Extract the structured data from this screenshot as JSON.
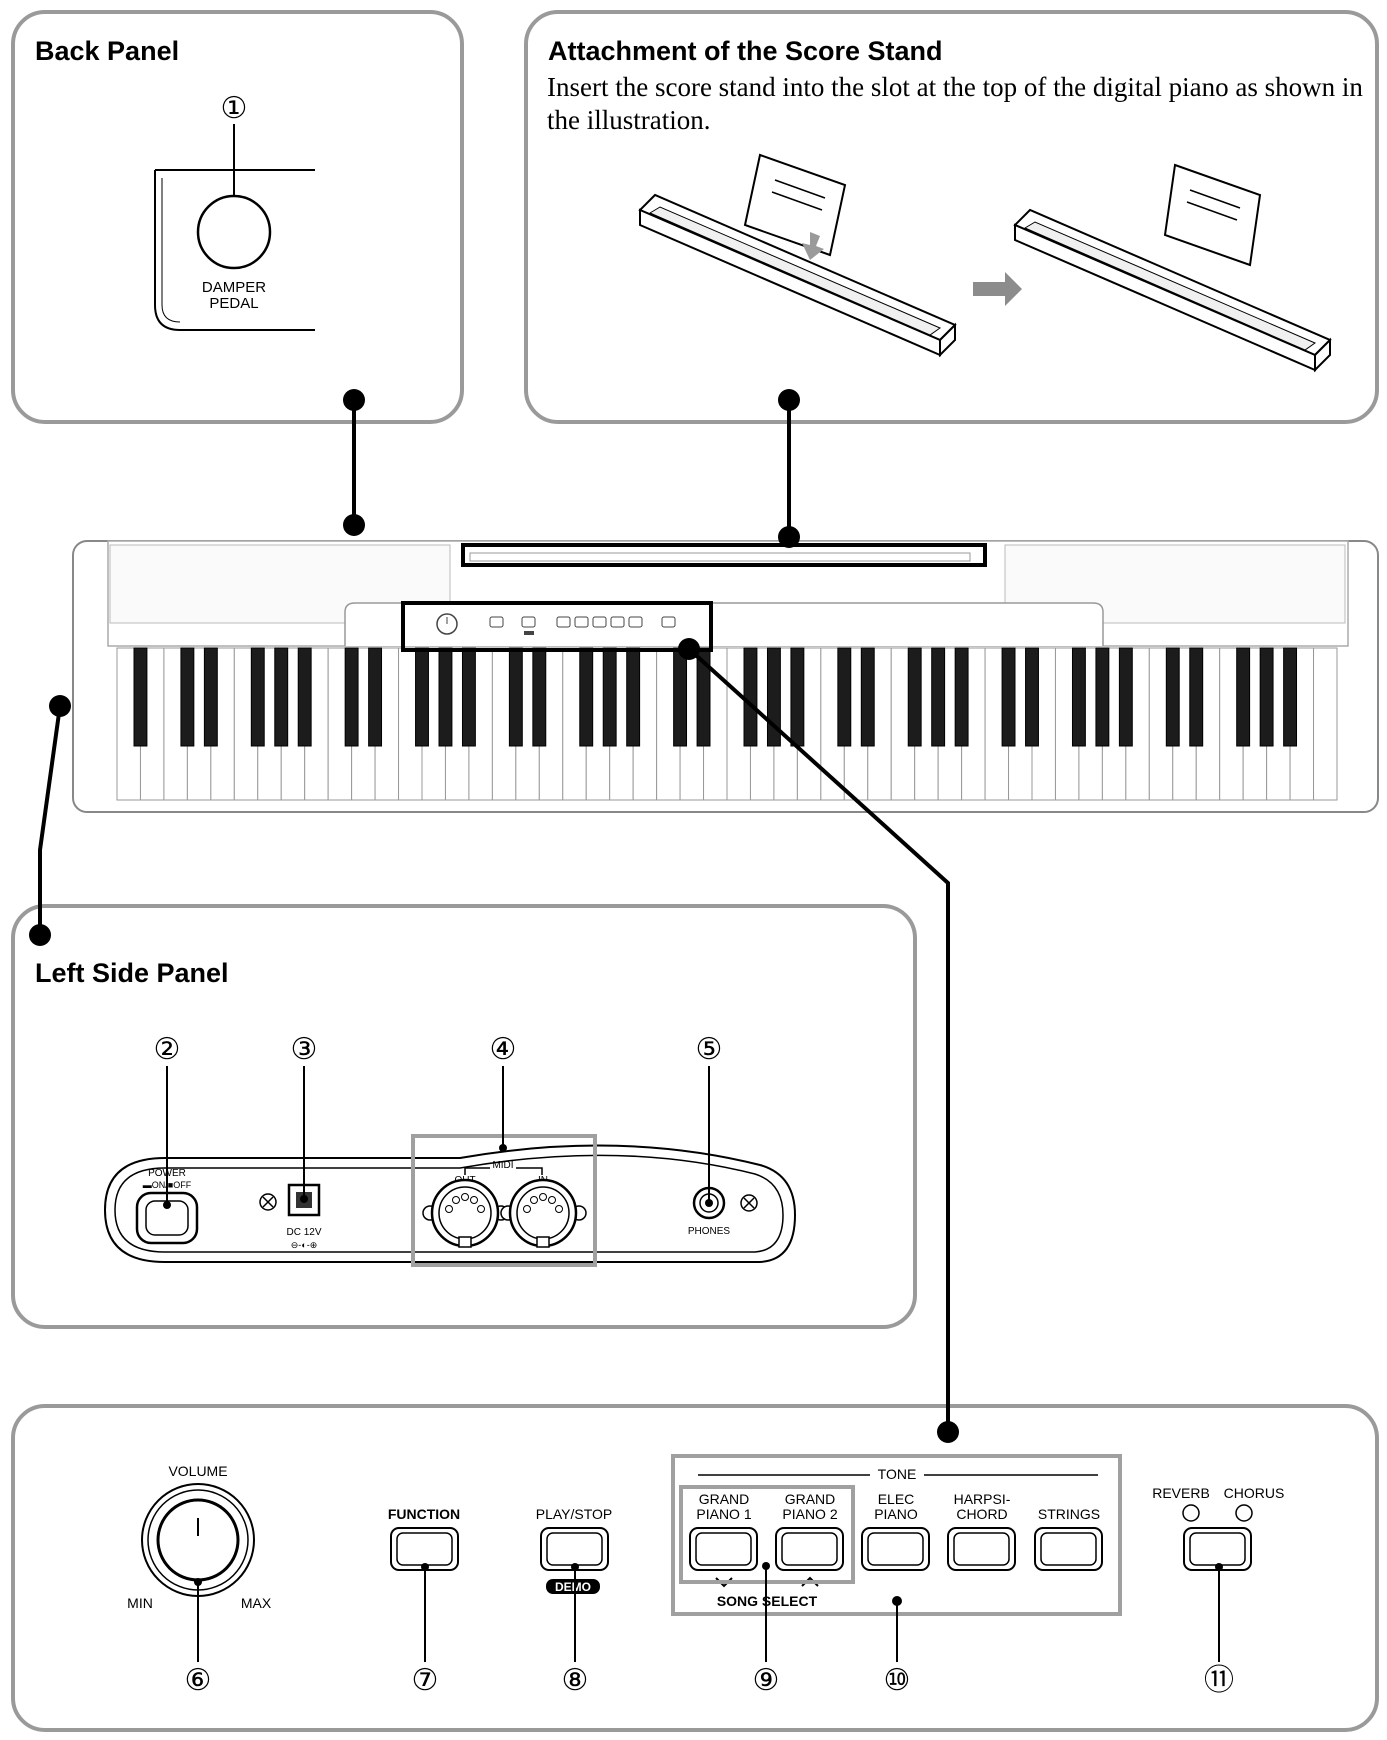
{
  "back_panel": {
    "title": "Back Panel",
    "callout": "①",
    "jack_label_line1": "DAMPER",
    "jack_label_line2": "PEDAL"
  },
  "score_stand": {
    "title": "Attachment of the Score Stand",
    "description": "Insert the score stand into the slot at the top of the digital piano as shown in the illustration."
  },
  "left_side_panel": {
    "title": "Left Side Panel",
    "callouts": [
      "②",
      "③",
      "④",
      "⑤"
    ],
    "power_label": "POWER",
    "power_states": "▬ON/■OFF",
    "dc_label": "DC 12V",
    "dc_polarity": "⊖-◐-⊕",
    "midi_label": "MIDI",
    "midi_out": "OUT",
    "midi_in": "IN",
    "phones_label": "PHONES"
  },
  "control_panel": {
    "volume_label": "VOLUME",
    "min_label": "MIN",
    "max_label": "MAX",
    "function_label": "FUNCTION",
    "play_stop_label": "PLAY/STOP",
    "demo_label": "DEMO",
    "tone_label": "TONE",
    "tone_buttons": [
      {
        "line1": "GRAND",
        "line2": "PIANO 1"
      },
      {
        "line1": "GRAND",
        "line2": "PIANO 2"
      },
      {
        "line1": "ELEC",
        "line2": "PIANO"
      },
      {
        "line1": "HARPSI-",
        "line2": "CHORD"
      },
      {
        "line1": "STRINGS",
        "line2": ""
      }
    ],
    "song_select_label": "SONG SELECT",
    "reverb_label": "REVERB",
    "chorus_label": "CHORUS",
    "callouts": [
      "⑥",
      "⑦",
      "⑧",
      "⑨",
      "⑩",
      "⑪"
    ]
  },
  "colors": {
    "panel_border": "#9a9a9a",
    "highlight_box": "#a0a0a0",
    "leader_line": "#000000",
    "arrow": "#8c8c8c"
  }
}
